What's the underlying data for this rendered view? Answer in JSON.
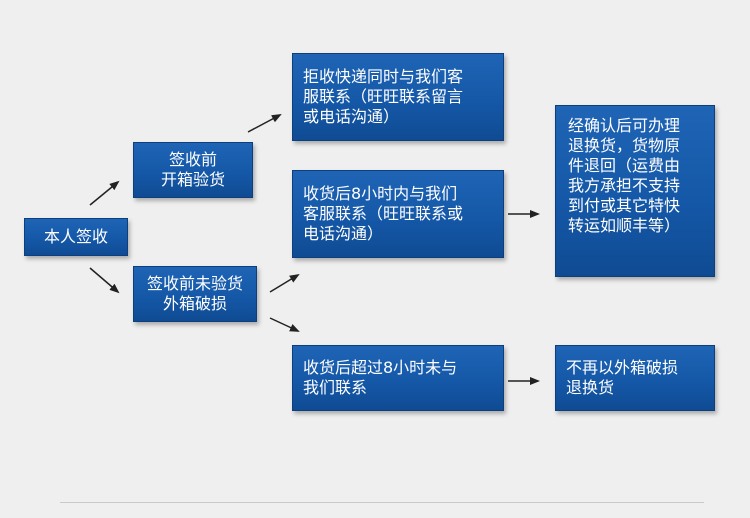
{
  "nodes": {
    "root": "本人签收",
    "check_first": "签收前\n开箱验货",
    "no_check": "签收前未验货\n外箱破损",
    "refuse": "拒收快递同时与我们客\n服联系（旺旺联系留言\n或电话沟通）",
    "within_8h": "收货后8小时内与我们\n客服联系（旺旺联系或\n电话沟通）",
    "after_8h": "收货后超过8小时未与\n我们联系",
    "confirm": "经确认后可办理\n退换货，货物原\n件退回（运费由\n我方承担不支持\n到付或其它特快\n转运如顺丰等）",
    "no_return": "不再以外箱破损\n退换货"
  },
  "colors": {
    "box": "#1558a8",
    "box_border": "#0d3f7c",
    "arrow": "#222222",
    "background": "#efefef",
    "text": "#ffffff"
  }
}
